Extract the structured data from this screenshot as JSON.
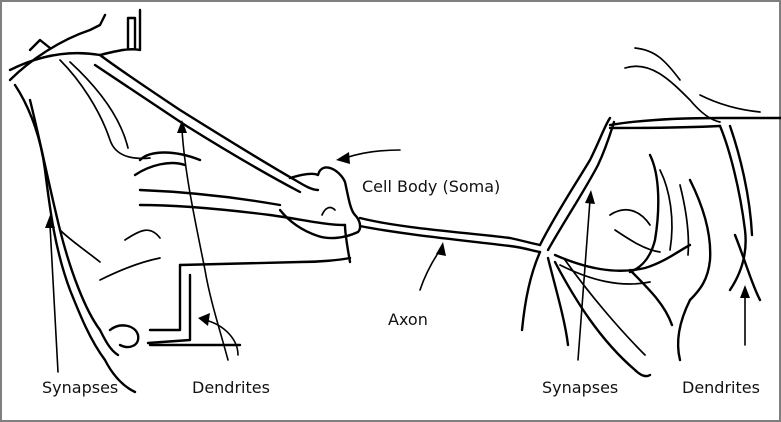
{
  "labels": {
    "cell_body": "Cell Body (Soma)",
    "axon": "Axon",
    "left_synapses": "Synapses",
    "left_dendrites": "Dendrites",
    "right_synapses": "Synapses",
    "right_dendrites": "Dendrites"
  },
  "colors": {
    "border": "#7f7f7f",
    "ink": "#000000",
    "background": "#ffffff"
  }
}
